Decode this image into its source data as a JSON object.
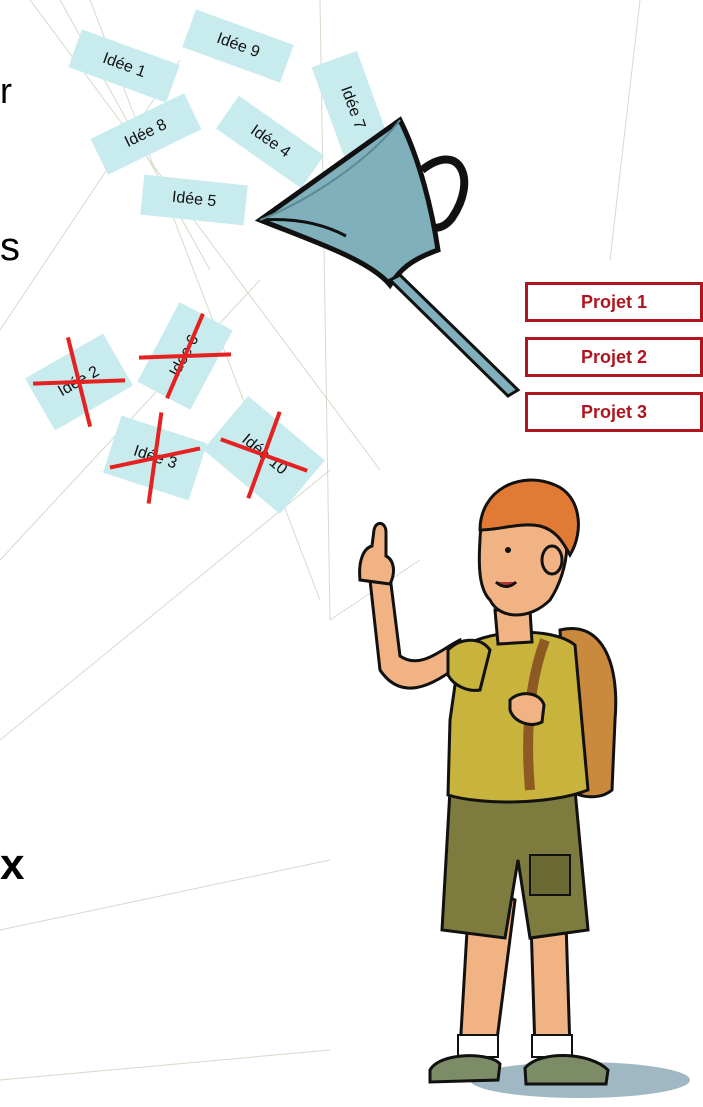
{
  "fragments": {
    "line1": "r",
    "line2": "s",
    "line3": "x"
  },
  "ideas": [
    {
      "label": "Idée 1"
    },
    {
      "label": "Idée 9"
    },
    {
      "label": "Idée 7"
    },
    {
      "label": "Idée 8"
    },
    {
      "label": "Idée 4"
    },
    {
      "label": "Idée 5"
    }
  ],
  "rejected_ideas": [
    {
      "label": "Idée 2"
    },
    {
      "label": "Idée 6"
    },
    {
      "label": "Idée 3"
    },
    {
      "label": "Idée 10"
    }
  ],
  "projects": [
    {
      "label": "Projet 1"
    },
    {
      "label": "Projet 2"
    },
    {
      "label": "Projet 3"
    }
  ],
  "colors": {
    "idea_card": "#c8ebee",
    "cross": "#e52121",
    "project_border": "#b0141e",
    "funnel": "#7fb0bb"
  }
}
